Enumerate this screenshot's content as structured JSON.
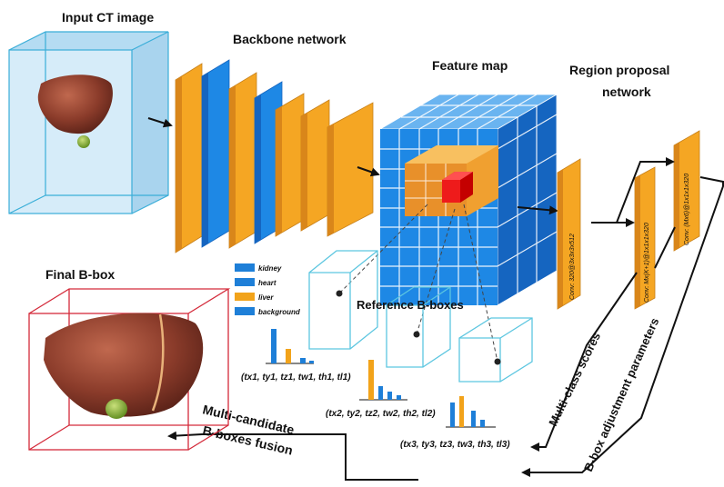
{
  "labels": {
    "input": "Input CT image",
    "backbone": "Backbone network",
    "feature": "Feature map",
    "rpn_line1": "Region proposal",
    "rpn_line2": "network",
    "final": "Final B-box",
    "reference": "Reference B-boxes",
    "fusion_line1": "Multi-candidate",
    "fusion_line2": "B-boxes fusion",
    "scores": "Multi-class scores",
    "bbox_params": "B-box adjustment parameters"
  },
  "conv_labels": {
    "conv1": "Conv: 320@3x3x3x512",
    "conv2": "Conv: Mx(K+1)@1x1x1x320",
    "conv3": "Conv: (Mx6)@1x1x1x320"
  },
  "legend": [
    {
      "name": "kidney",
      "color": "#1e7fd8"
    },
    {
      "name": "heart",
      "color": "#1e7fd8"
    },
    {
      "name": "liver",
      "color": "#f2a31a"
    },
    {
      "name": "background",
      "color": "#1e7fd8"
    }
  ],
  "param_sets": [
    {
      "text": "(tx1, ty1, tz1, tw1, th1, tl1)"
    },
    {
      "text": "(tx2, ty2, tz2, tw2, th2, tl2)"
    },
    {
      "text": "(tx3, ty3, tz3, tw3, th3, tl3)"
    }
  ],
  "colors": {
    "orange": "#f5a623",
    "orange_dark": "#d9861a",
    "blue": "#1e88e5",
    "blue_dark": "#1565c0",
    "red": "#e81818",
    "cyan": "#5cc6e0",
    "liver": "#8a3b2a"
  }
}
